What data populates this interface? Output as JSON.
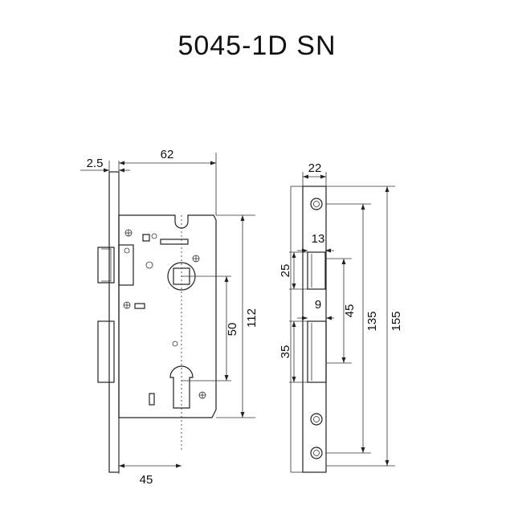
{
  "title": "5045-1D SN",
  "dimensions": {
    "backset_width": "62",
    "faceplate_offset": "2.5",
    "backset": "45",
    "center_distance": "50",
    "case_height": "112",
    "faceplate_width": "22",
    "latch_projection": "13",
    "deadbolt_projection": "9",
    "latch_height": "25",
    "deadbolt_height": "35",
    "latch_to_bolt": "45",
    "screw_distance": "135",
    "faceplate_length": "155"
  },
  "colors": {
    "line": "#222222",
    "text": "#111111"
  }
}
